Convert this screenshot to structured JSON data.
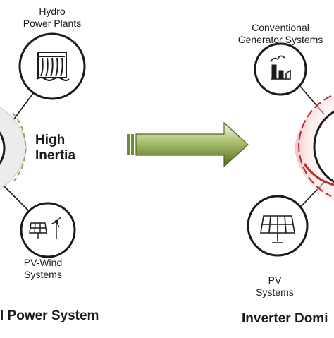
{
  "left": {
    "hydro_label": [
      "Hydro",
      "Power Plants"
    ],
    "pv_wind_label": [
      "PV-Wind",
      "Systems"
    ],
    "inertia_label": [
      "High",
      "Inertia"
    ],
    "system_caption": "l Power System"
  },
  "right": {
    "conventional_label": [
      "Conventional",
      "Generator Systems"
    ],
    "pv_label": [
      "PV",
      "Systems"
    ],
    "system_caption": "Inverter Domi"
  },
  "arrow": {
    "color": "#5c7a2c"
  },
  "colors": {
    "green_dash": "#8fa64e",
    "red_dash": "#c0262b",
    "red_fill": "#f3c9c9",
    "ring_fill": "#e9e9e9",
    "line": "#1a1a1a"
  },
  "icons": [
    "dam-icon",
    "factory-icon",
    "solar-wind-icon",
    "solar-panel-icon"
  ]
}
